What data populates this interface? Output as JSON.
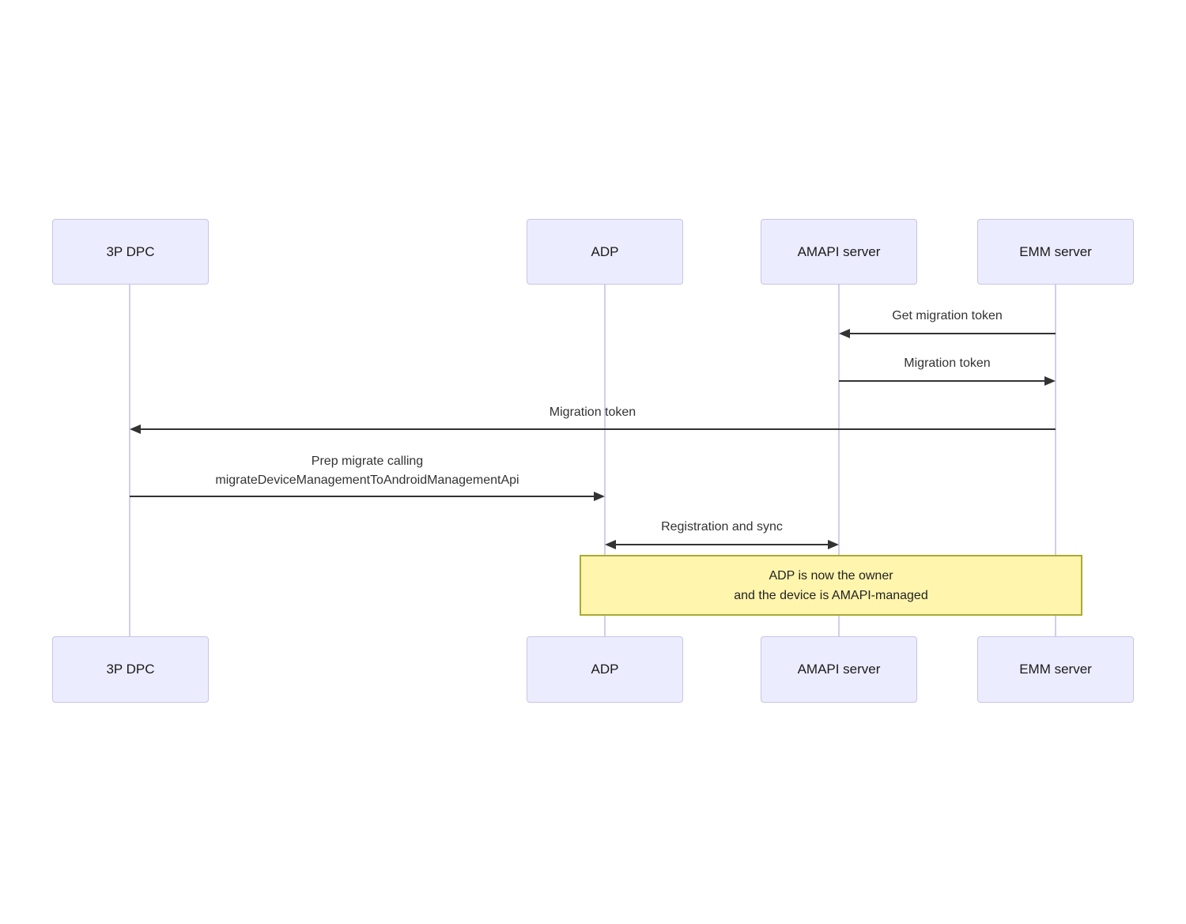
{
  "diagram": {
    "type": "sequence",
    "actors": [
      {
        "name": "3P DPC"
      },
      {
        "name": "ADP"
      },
      {
        "name": "AMAPI server"
      },
      {
        "name": "EMM server"
      }
    ],
    "messages": [
      {
        "from": "EMM server",
        "to": "AMAPI server",
        "label": "Get migration token",
        "arrow": "left"
      },
      {
        "from": "AMAPI server",
        "to": "EMM server",
        "label": "Migration token",
        "arrow": "right"
      },
      {
        "from": "EMM server",
        "to": "3P DPC",
        "label": "Migration token",
        "arrow": "left"
      },
      {
        "from": "3P DPC",
        "to": "ADP",
        "label_line1": "Prep migrate calling",
        "label_line2": "migrateDeviceManagementToAndroidManagementApi",
        "arrow": "right"
      },
      {
        "from": "ADP",
        "to": "AMAPI server",
        "label": "Registration and sync",
        "arrow": "both"
      }
    ],
    "note": {
      "line1": "ADP is now the owner",
      "line2": "and the device is AMAPI-managed"
    },
    "colors": {
      "actor_fill": "#ececff",
      "actor_border": "#c9c3e8",
      "lifeline": "#d5cceb",
      "arrow": "#333333",
      "message_text": "#333333",
      "note_fill": "#fff5ad",
      "note_border": "#aaaa33"
    }
  }
}
